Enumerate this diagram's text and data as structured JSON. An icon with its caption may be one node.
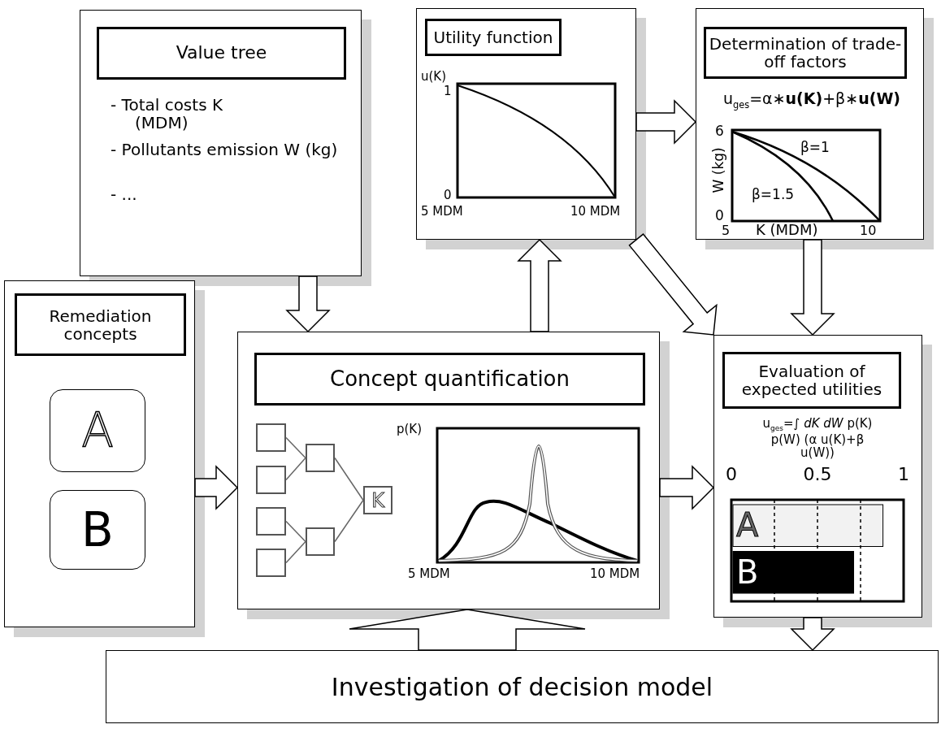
{
  "diagram": {
    "nodes": [
      {
        "text": [
          "Value tree",
          "- Total costs K (MDM)",
          "- Pollutants emission W (kg)",
          "- ..."
        ]
      },
      {
        "text": [
          "Utility function"
        ]
      },
      {
        "text": [
          "Determination of trade-off factors",
          "u$_{ges}$=α∗**u(K)**+β∗**u(W)**"
        ]
      },
      {
        "text": [
          "Remediation concepts"
        ]
      },
      {
        "text": [
          "A"
        ],
        "in": 3
      },
      {
        "text": [
          "B"
        ],
        "in": 3
      },
      {
        "text": [
          "Concept quantification"
        ]
      },
      {
        "text": [],
        "shape": "box",
        "in": 6
      },
      {
        "text": [],
        "shape": "box",
        "in": 6
      },
      {
        "text": [],
        "shape": "box",
        "in": 6
      },
      {
        "text": [],
        "shape": "box",
        "in": 6
      },
      {
        "text": [],
        "shape": "box",
        "in": 6
      },
      {
        "text": [],
        "shape": "box",
        "in": 6
      },
      {
        "text": [
          "K"
        ],
        "in": 6
      },
      {
        "text": [
          "Evaluation of expected utilities",
          "u$_{ges}$=∫ *dK dW* p(K) p(W) (α u(K)+β u(W))"
        ]
      },
      {
        "text": [
          "Investigation of decision model"
        ]
      }
    ],
    "edges": [
      {
        "from": 0,
        "to": 6,
        "arrow": "to"
      },
      {
        "from": 6,
        "to": 1,
        "arrow": "to"
      },
      {
        "from": 1,
        "to": 2,
        "arrow": "to"
      },
      {
        "from": 1,
        "to": 14,
        "arrow": "to"
      },
      {
        "from": 2,
        "to": 14,
        "arrow": "to"
      },
      {
        "from": 3,
        "to": 6,
        "arrow": "to"
      },
      {
        "from": 6,
        "to": 14,
        "arrow": "to"
      },
      {
        "from": 14,
        "to": 15,
        "arrow": "to"
      },
      {
        "from": 15,
        "to": 6,
        "arrow": "to"
      },
      {
        "from": 7,
        "to": 11,
        "arrow": "none"
      },
      {
        "from": 8,
        "to": 11,
        "arrow": "none"
      },
      {
        "from": 9,
        "to": 12,
        "arrow": "none"
      },
      {
        "from": 10,
        "to": 12,
        "arrow": "none"
      },
      {
        "from": 11,
        "to": 13,
        "arrow": "none"
      },
      {
        "from": 12,
        "to": 13,
        "arrow": "none"
      }
    ],
    "labels": [
      "u(K)",
      "1",
      "0",
      "5 MDM",
      "10 MDM",
      "6",
      "W (kg)",
      "β=1",
      "β=1.5",
      "0",
      "5",
      "K (MDM)",
      "10",
      "p(K)",
      "5 MDM",
      "10 MDM"
    ],
    "chart_data": {
      "type": "bar",
      "orientation": "horizontal",
      "categories": [
        "A",
        "B"
      ],
      "values": [
        0.88,
        0.71
      ],
      "xlim": [
        0,
        1
      ],
      "xticks": [
        0,
        0.5,
        1
      ]
    }
  }
}
